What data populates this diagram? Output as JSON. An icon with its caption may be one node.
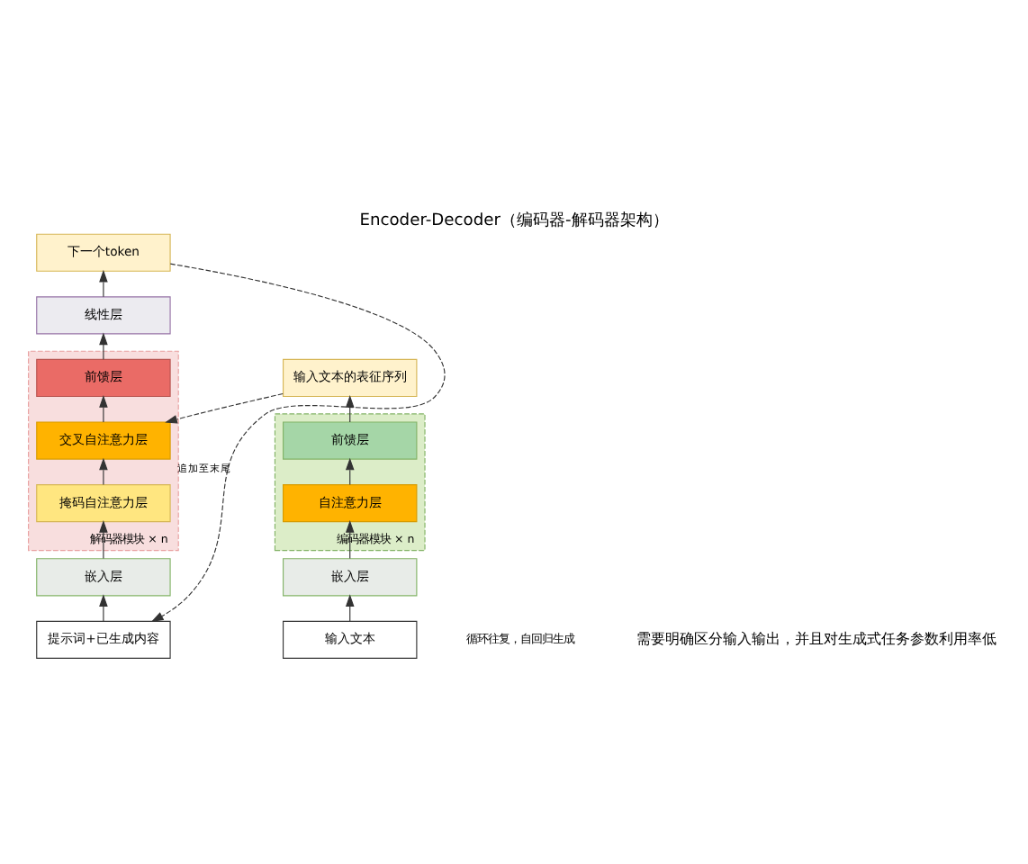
{
  "diagram": {
    "title": "Encoder-Decoder（编码器-解码器架构）",
    "caption": "需要明确区分输入输出，并且对生成式任务参数利用率低",
    "nodes": [
      {
        "text": [],
        "shape": "box",
        "beside": [
          "编码器模块 × n"
        ]
      },
      {
        "text": [
          "前馈层"
        ],
        "in": 0
      },
      {
        "text": [
          "自注意力层"
        ],
        "in": 0
      },
      {
        "text": [
          "嵌入层"
        ]
      },
      {
        "text": [
          "输入文本"
        ]
      },
      {
        "text": [
          "输入文本的表征序列"
        ]
      },
      {
        "text": [],
        "shape": "box",
        "beside": [
          "解码器模块 × n"
        ]
      },
      {
        "text": [
          "前馈层"
        ],
        "in": 6
      },
      {
        "text": [
          "交叉自注意力层"
        ],
        "in": 6
      },
      {
        "text": [
          "掩码自注意力层"
        ],
        "in": 6
      },
      {
        "text": [
          "嵌入层"
        ]
      },
      {
        "text": [
          "提示词+已生成内容"
        ]
      },
      {
        "text": [
          "线性层"
        ]
      },
      {
        "text": [
          "下一个token"
        ]
      }
    ],
    "edges": [
      {
        "from": 4,
        "to": 3,
        "arrow": "to"
      },
      {
        "from": 3,
        "to": 2,
        "arrow": "to"
      },
      {
        "from": 2,
        "to": 1,
        "arrow": "to"
      },
      {
        "from": 1,
        "to": 5,
        "arrow": "to"
      },
      {
        "from": 5,
        "to": 8,
        "arrow": "to",
        "style": "dashed"
      },
      {
        "from": 11,
        "to": 10,
        "arrow": "to"
      },
      {
        "from": 10,
        "to": 9,
        "arrow": "to"
      },
      {
        "from": 9,
        "to": 8,
        "arrow": "to"
      },
      {
        "from": 8,
        "to": 7,
        "arrow": "to"
      },
      {
        "from": 7,
        "to": 12,
        "arrow": "to"
      },
      {
        "from": 12,
        "to": 13,
        "arrow": "to"
      },
      {
        "from": 13,
        "to": 11,
        "arrow": "to",
        "style": "dashed",
        "label": "追加至末尾"
      }
    ],
    "labels": [
      "循环往复，自回归生成"
    ]
  }
}
